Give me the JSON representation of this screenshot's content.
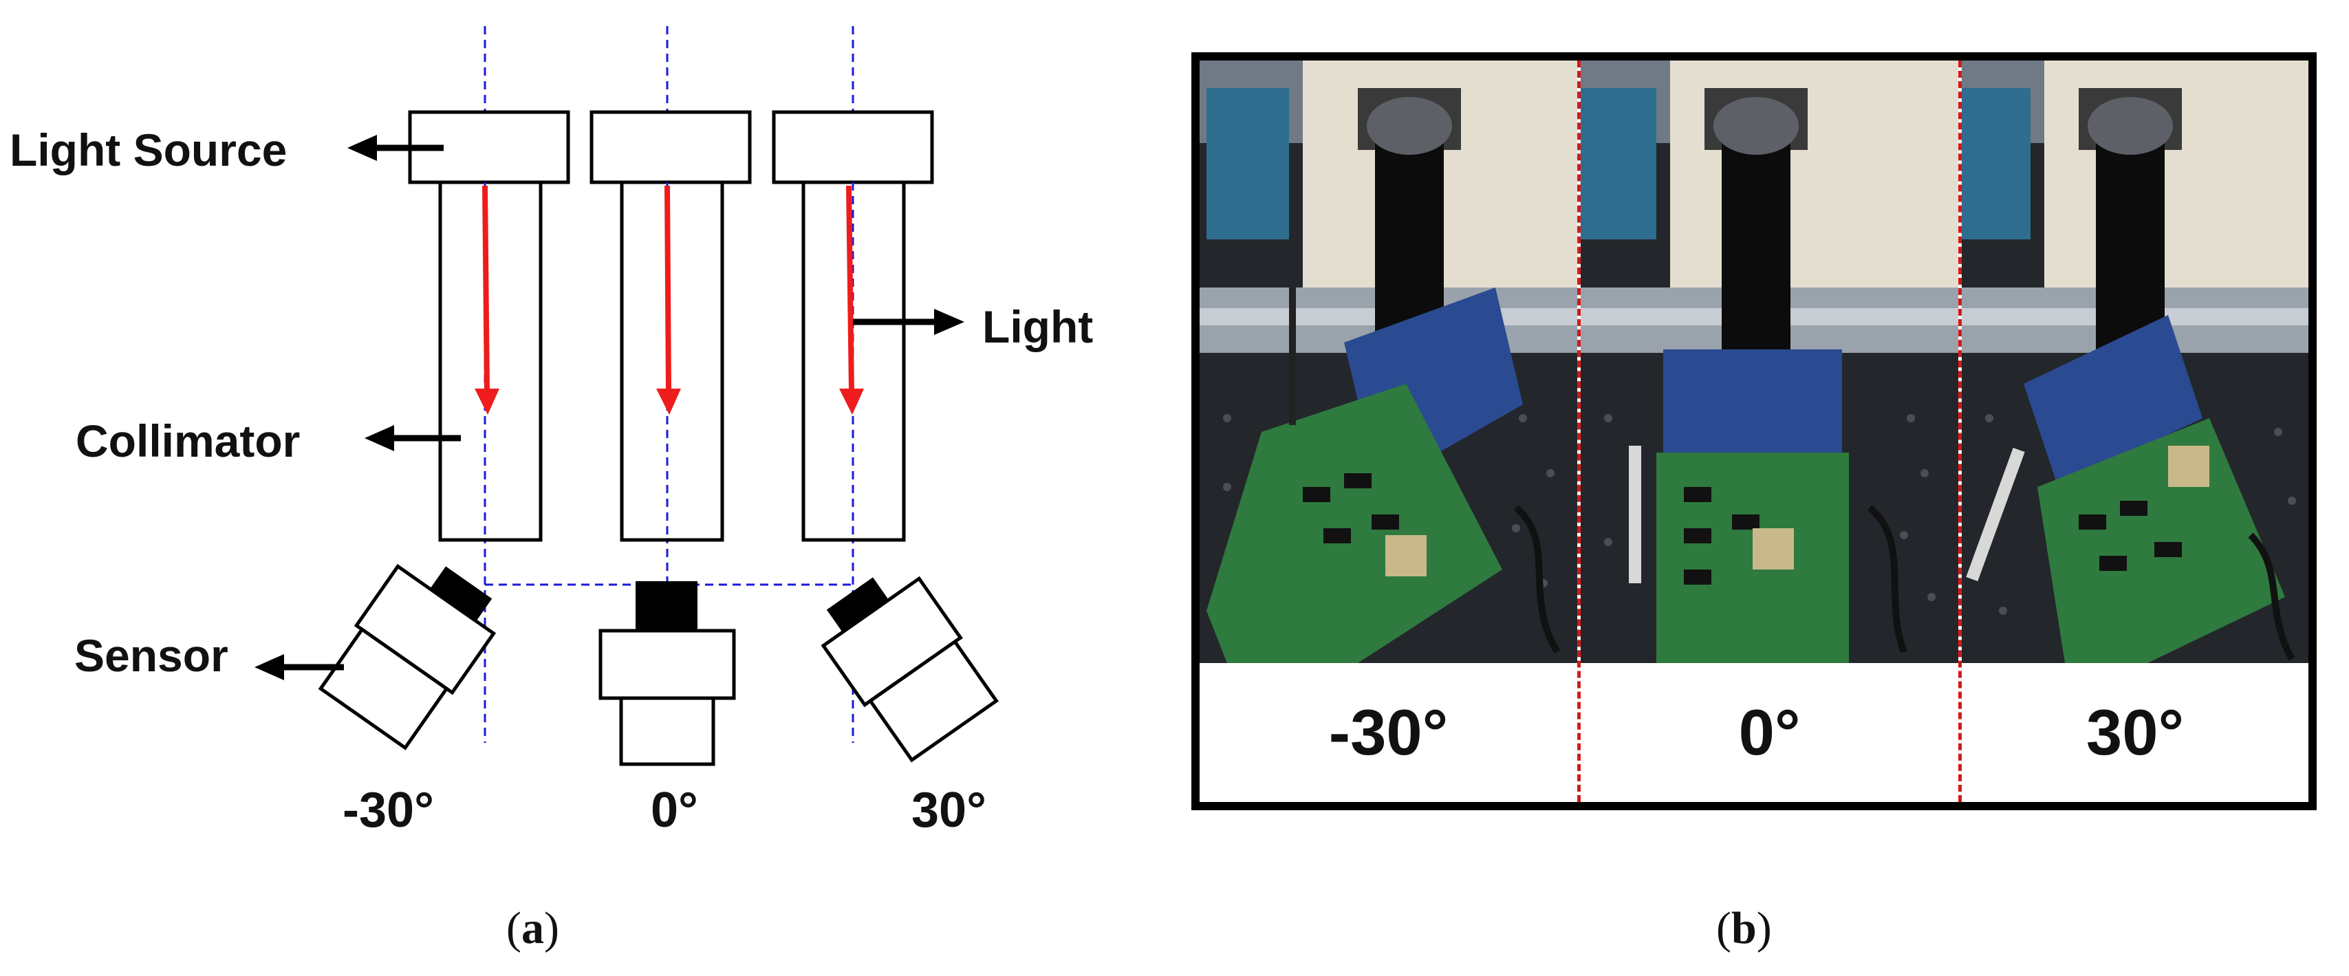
{
  "diagram_a": {
    "labels": {
      "light_source": "Light Source",
      "collimator": "Collimator",
      "sensor": "Sensor",
      "light": "Light"
    },
    "angles": [
      "-30°",
      "0°",
      "30°"
    ],
    "caption": "a"
  },
  "photo_b": {
    "panels": [
      {
        "angle": "-30°"
      },
      {
        "angle": "0°"
      },
      {
        "angle": "30°"
      }
    ],
    "caption": "b"
  },
  "colors": {
    "beam": "#ee1c1c",
    "axis": "#1a1adb",
    "divider": "#d11a1a",
    "stroke": "#000000"
  }
}
